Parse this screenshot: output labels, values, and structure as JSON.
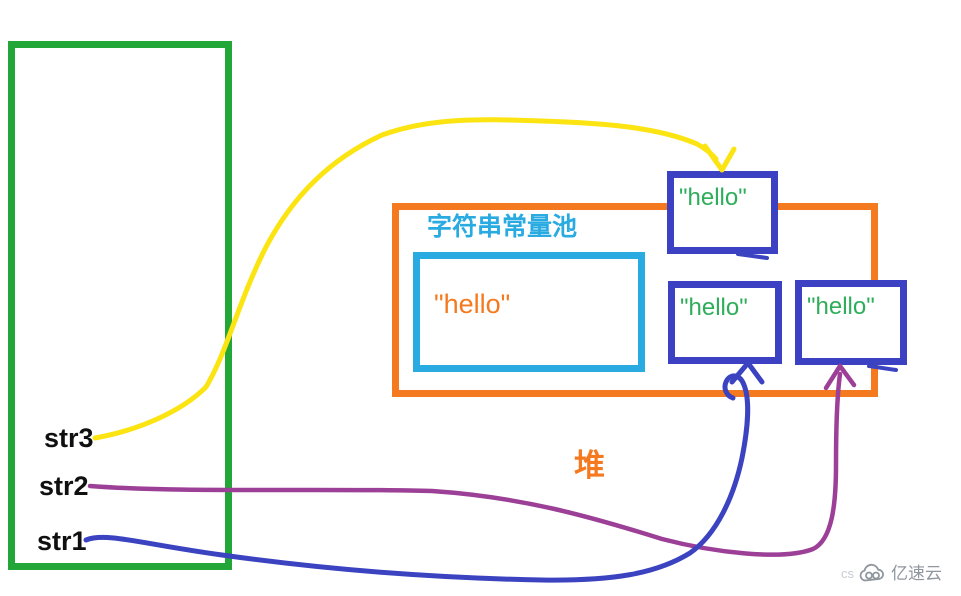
{
  "diagram": {
    "stack_frame": {
      "variables": [
        {
          "name": "str3"
        },
        {
          "name": "str2"
        },
        {
          "name": "str1"
        }
      ]
    },
    "heap": {
      "label": "堆",
      "constant_pool": {
        "label": "字符串常量池",
        "value": "\"hello\""
      },
      "objects": [
        {
          "value": "\"hello\""
        },
        {
          "value": "\"hello\""
        },
        {
          "value": "\"hello\""
        }
      ]
    },
    "colors": {
      "stack_border": "#23a638",
      "heap_border": "#f5791f",
      "pool_accent": "#29abe2",
      "object_border": "#3c41c4",
      "object_text": "#2ead5b",
      "pool_value_text": "#f5791f",
      "arrow_str3": "#fbe412",
      "arrow_str2": "#9c3f97",
      "arrow_str1": "#3b43c0"
    }
  },
  "watermark": {
    "prefix": "cs",
    "brand": "亿速云"
  }
}
